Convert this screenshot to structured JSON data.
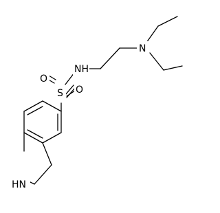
{
  "molecule": {
    "atom_labels": {
      "n_amine": "N",
      "nh_sulfonamide": "NH",
      "s": "S",
      "o_upper": "O",
      "o_lower": "O",
      "nh_indoline": "HN"
    }
  }
}
